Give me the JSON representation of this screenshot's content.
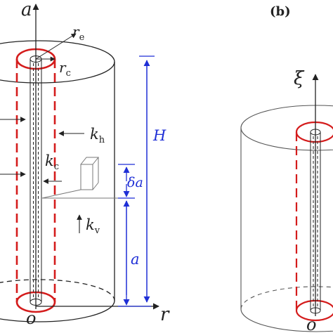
{
  "panel_b_label": "(b)",
  "axes": {
    "a_axis": "a",
    "r_axis": "r",
    "xi_axis": "ξ",
    "origin_a": "o",
    "origin_b": "o"
  },
  "labels": {
    "r_e": "r",
    "r_e_sub": "e",
    "r_c": "r",
    "r_c_sub": "c",
    "k_h": "k",
    "k_h_sub": "h",
    "k_c": "k",
    "k_c_sub": "c",
    "k_v": "k",
    "k_v_sub": "v",
    "H": "H",
    "delta_a": "δa",
    "a_height": "a"
  },
  "colors": {
    "outline": "#222222",
    "drain": "#d41c1c",
    "dimension": "#1f2fd6"
  }
}
